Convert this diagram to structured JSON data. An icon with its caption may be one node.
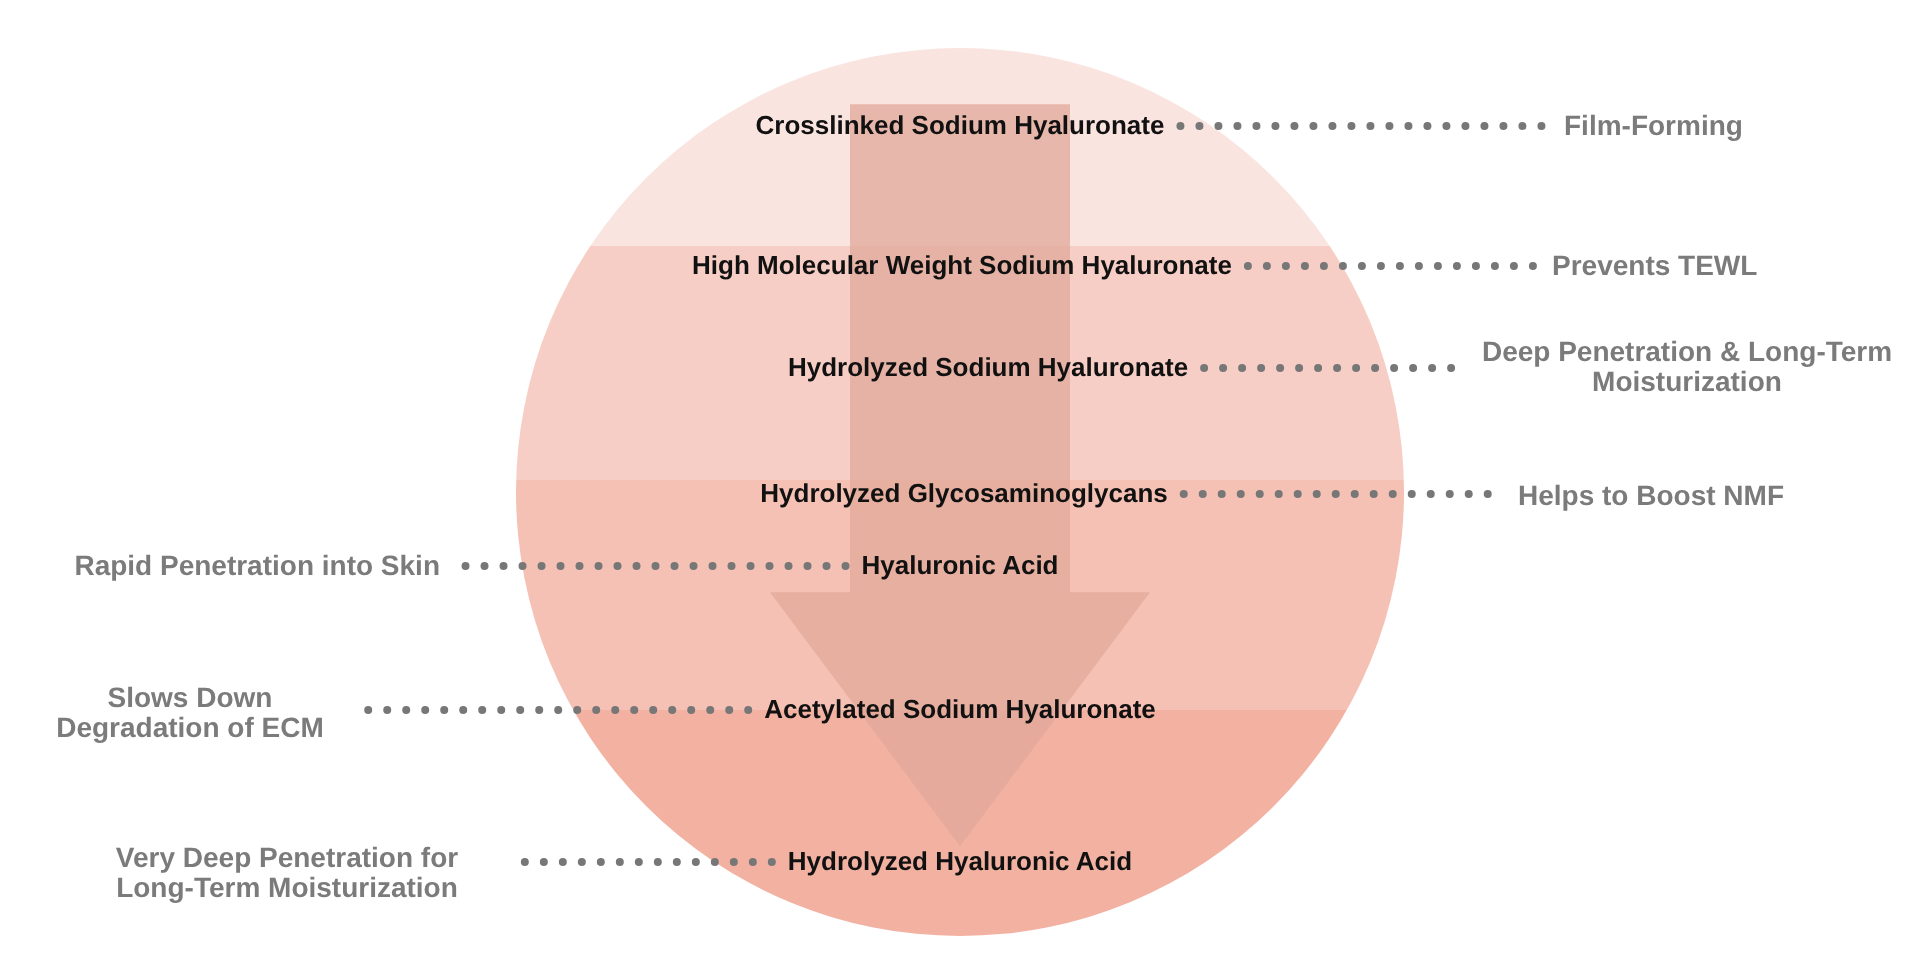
{
  "diagram": {
    "nodes": [
      {
        "text": [
          "Crosslinked Sodium Hyaluronate"
        ]
      },
      {
        "text": [
          "High Molecular Weight Sodium Hyaluronate"
        ]
      },
      {
        "text": [
          "Hydrolyzed Sodium Hyaluronate"
        ]
      },
      {
        "text": [
          "Hydrolyzed Glycosaminoglycans"
        ]
      },
      {
        "text": [
          "Hyaluronic Acid"
        ]
      },
      {
        "text": [
          "Acetylated Sodium Hyaluronate"
        ]
      },
      {
        "text": [
          "Hydrolyzed Hyaluronic Acid"
        ]
      },
      {
        "text": [
          "Film-Forming"
        ]
      },
      {
        "text": [
          "Prevents TEWL"
        ]
      },
      {
        "text": [
          "Deep Penetration & Long-Term Moisturization"
        ]
      },
      {
        "text": [
          "Helps to Boost NMF"
        ]
      },
      {
        "text": [
          "Rapid Penetration into Skin"
        ]
      },
      {
        "text": [
          "Slows Down Degradation of ECM"
        ]
      },
      {
        "text": [
          "Very Deep Penetration for Long-Term Moisturization"
        ]
      }
    ],
    "edges": [
      {
        "from": 0,
        "to": 6,
        "arrow": "to",
        "style": "thick",
        "color": "#e0a89a"
      },
      {
        "from": 0,
        "to": 7,
        "arrow": "none"
      },
      {
        "from": 1,
        "to": 8,
        "arrow": "none"
      },
      {
        "from": 2,
        "to": 9,
        "arrow": "none"
      },
      {
        "from": 3,
        "to": 10,
        "arrow": "none"
      },
      {
        "from": 4,
        "to": 11,
        "arrow": "none"
      },
      {
        "from": 5,
        "to": 12,
        "arrow": "none"
      },
      {
        "from": 6,
        "to": 13,
        "arrow": "none"
      }
    ]
  }
}
